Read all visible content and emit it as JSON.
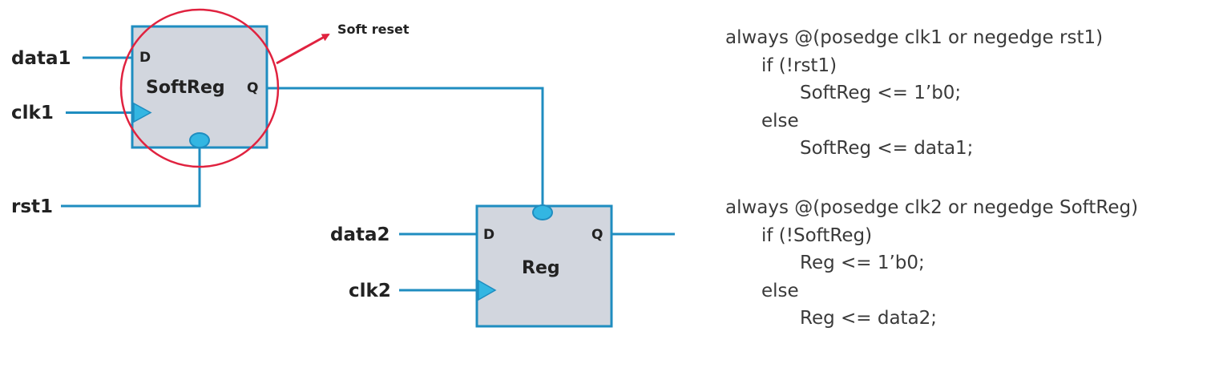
{
  "diagram": {
    "soft_reg": {
      "name": "SoftReg",
      "pin_d": "D",
      "pin_q": "Q",
      "inputs": {
        "data": "data1",
        "clk": "clk1",
        "rst": "rst1"
      }
    },
    "reg": {
      "name": "Reg",
      "pin_d": "D",
      "pin_q": "Q",
      "inputs": {
        "data": "data2",
        "clk": "clk2"
      }
    },
    "annotation": "Soft reset",
    "colors": {
      "wire": "#1f8dc0",
      "box_fill": "#d2d6de",
      "highlight": "#e0223f",
      "pin_fill": "#33b6e2"
    }
  },
  "code": {
    "block1": [
      "always @(posedge clk1 or negedge rst1)",
      "if (!rst1)",
      "SoftReg <= 1’b0;",
      "else",
      "SoftReg <= data1;"
    ],
    "block2": [
      "always @(posedge clk2 or negedge SoftReg)",
      "if (!SoftReg)",
      "Reg <= 1’b0;",
      "else",
      "Reg <= data2;"
    ]
  }
}
